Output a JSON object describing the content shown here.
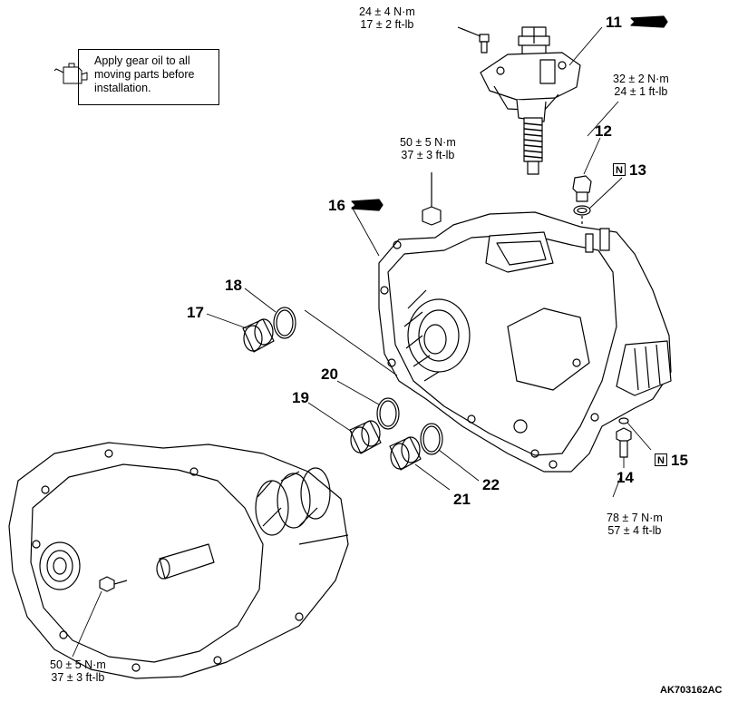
{
  "note": {
    "text": "Apply gear oil to all moving parts before installation.",
    "icon": "oil-can-icon"
  },
  "parts": {
    "p11": "11",
    "p12": "12",
    "p13": "13",
    "p14": "14",
    "p15": "15",
    "p16": "16",
    "p17": "17",
    "p18": "18",
    "p19": "19",
    "p20": "20",
    "p21": "21",
    "p22": "22"
  },
  "new_part_marker": "N",
  "torques": {
    "t_top": {
      "nm": "24 ± 4 N·m",
      "ftlb": "17 ± 2 ft-lb"
    },
    "t_12": {
      "nm": "32 ± 2 N·m",
      "ftlb": "24 ± 1 ft-lb"
    },
    "t_center": {
      "nm": "50 ± 5 N·m",
      "ftlb": "37 ± 3 ft-lb"
    },
    "t_14": {
      "nm": "78 ± 7 N·m",
      "ftlb": "57 ± 4 ft-lb"
    },
    "t_bottom": {
      "nm": "50 ± 5 N·m",
      "ftlb": "37 ± 3 ft-lb"
    }
  },
  "figure_code": "AK703162AC"
}
